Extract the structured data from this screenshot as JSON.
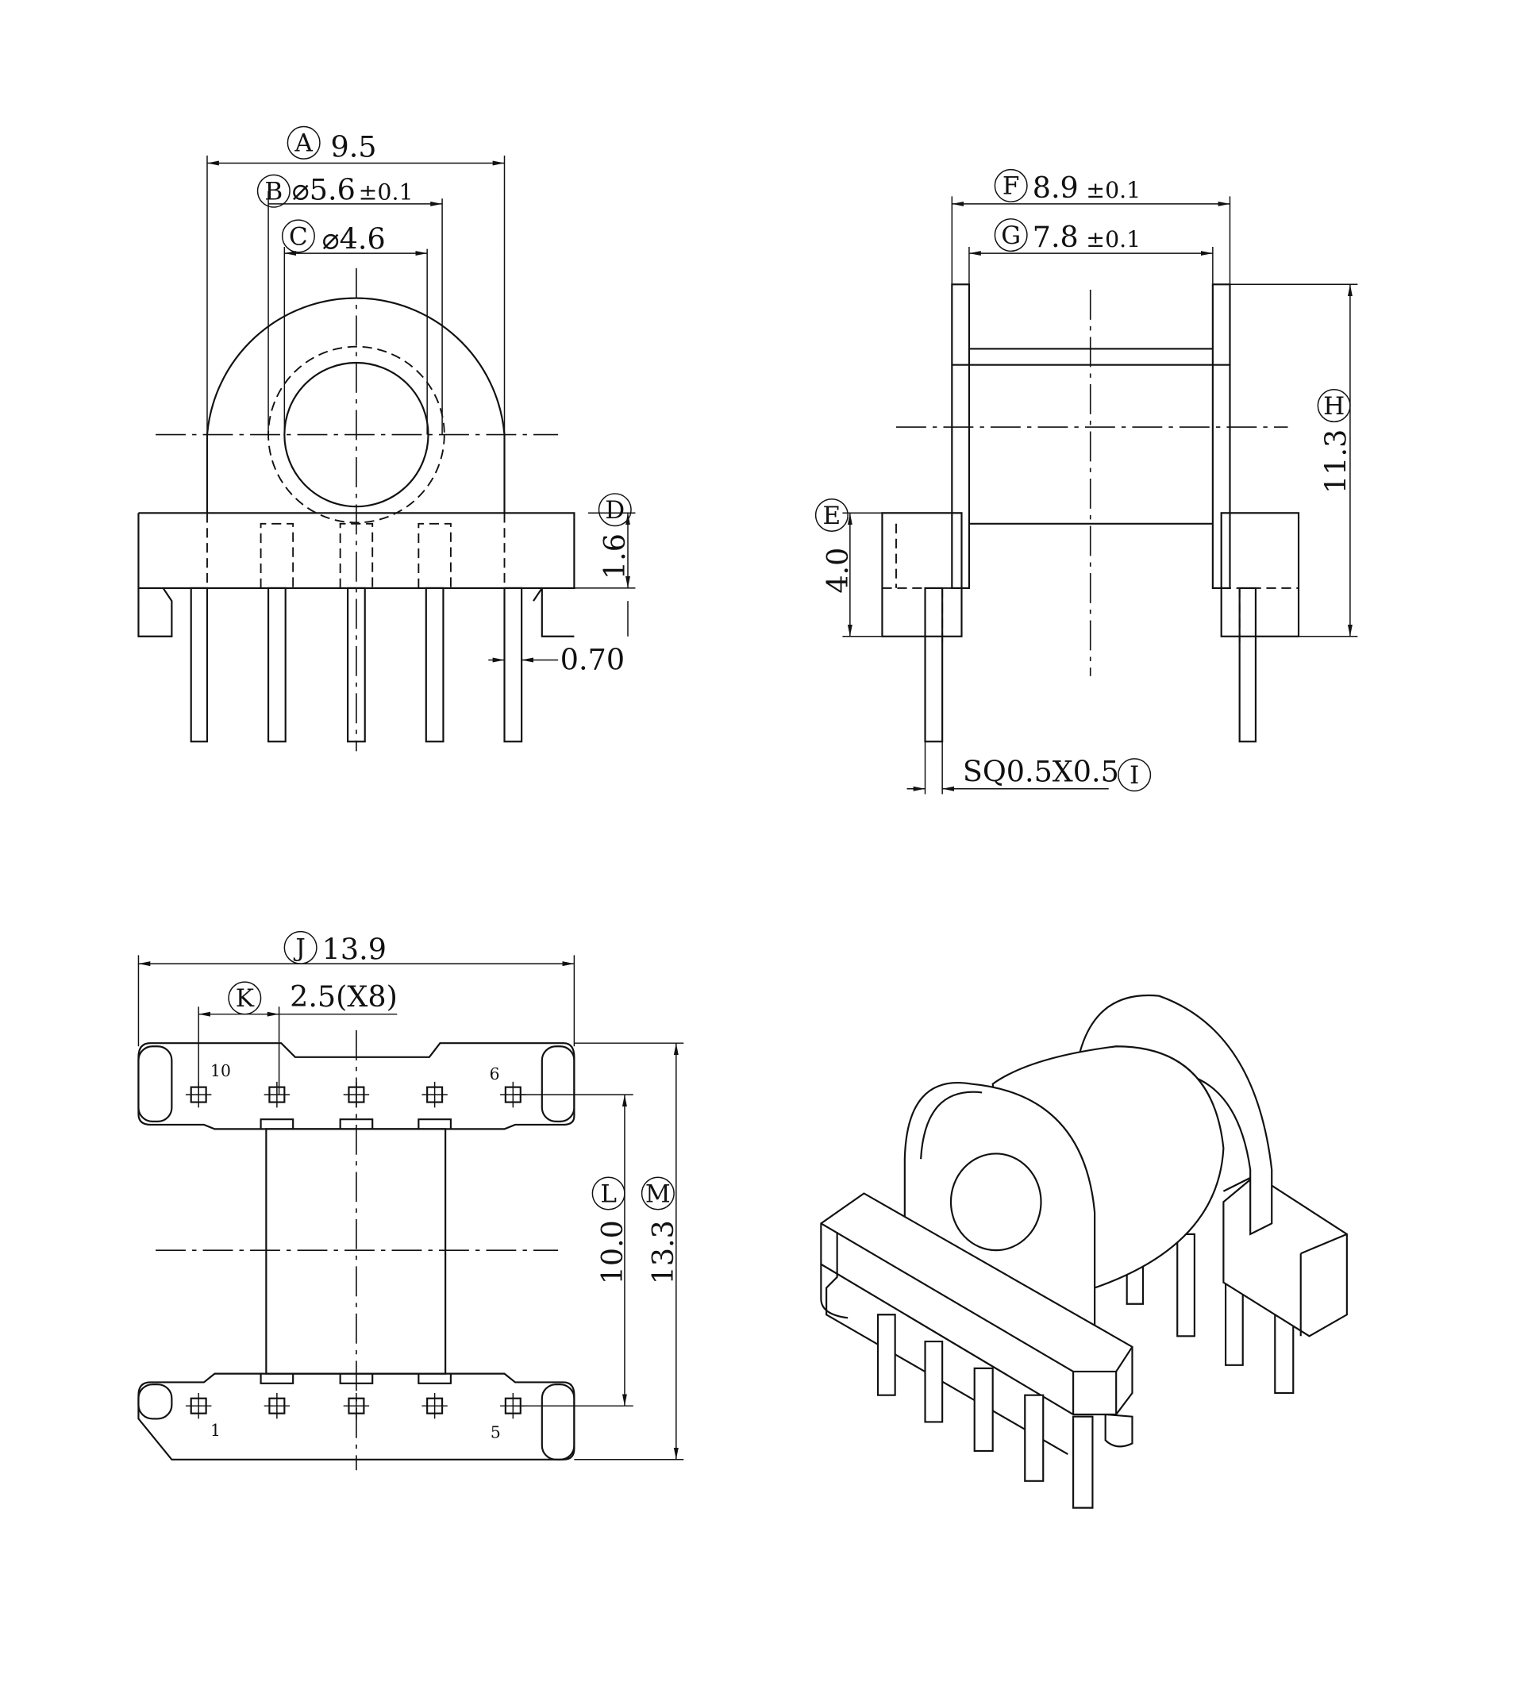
{
  "drawing": {
    "front_view": {
      "A": {
        "letter": "A",
        "value": "9.5"
      },
      "B": {
        "letter": "B",
        "prefix": "⌀5.6",
        "tol": "±0.1"
      },
      "C": {
        "letter": "C",
        "value": "⌀4.6"
      },
      "D": {
        "letter": "D",
        "value": "1.6"
      },
      "pin_offset": "0.70"
    },
    "side_view": {
      "F": {
        "letter": "F",
        "value": "8.9",
        "tol": "±0.1"
      },
      "G": {
        "letter": "G",
        "value": "7.8",
        "tol": "±0.1"
      },
      "H": {
        "letter": "H",
        "value": "11.3"
      },
      "E": {
        "letter": "E",
        "value": "4.0"
      },
      "I": {
        "letter": "I",
        "value": "SQ0.5X0.5"
      }
    },
    "bottom_view": {
      "J": {
        "letter": "J",
        "value": "13.9"
      },
      "K": {
        "letter": "K",
        "value": "2.5(X8)"
      },
      "L": {
        "letter": "L",
        "value": "10.0"
      },
      "M": {
        "letter": "M",
        "value": "13.3"
      },
      "pin_numbers": [
        "10",
        "6",
        "1",
        "5"
      ]
    }
  }
}
